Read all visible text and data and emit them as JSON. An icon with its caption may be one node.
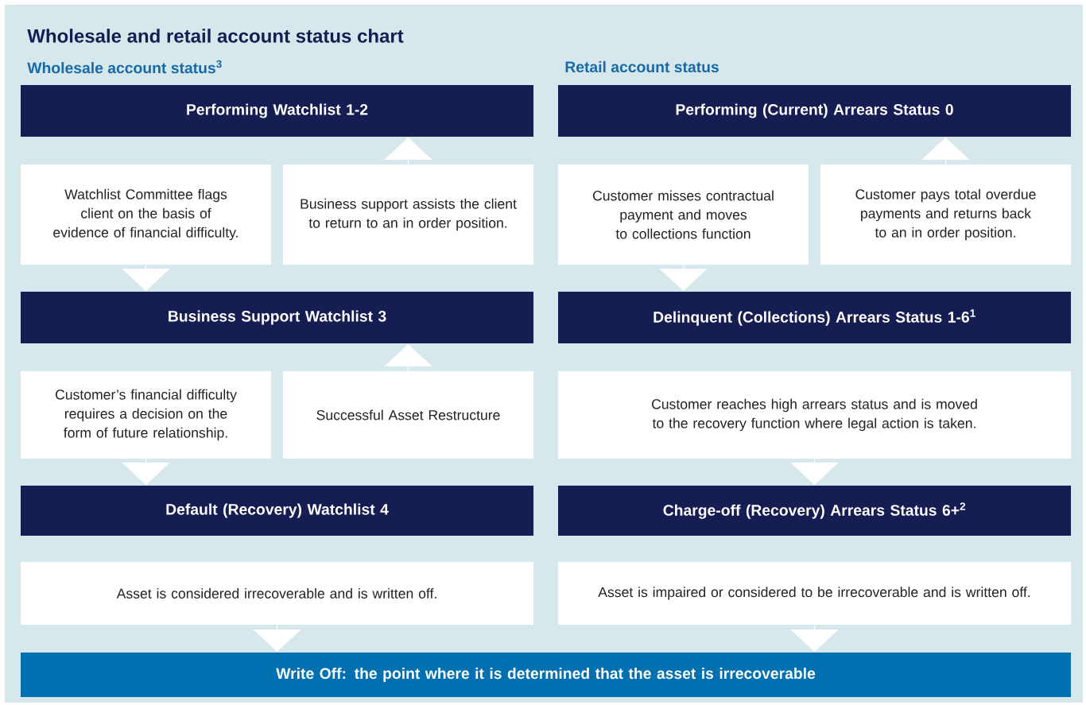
{
  "diagram": {
    "title": "Wholesale and retail account status chart",
    "nodes": [
      {
        "text": [
          "Performing Watchlist 1-2"
        ]
      },
      {
        "text": [
          "Performing (Current) Arrears Status 0"
        ]
      },
      {
        "text": [
          "Watchlist Committee flags client on the basis of evidence of financial difficulty."
        ]
      },
      {
        "text": [
          "Business support assists the client to return to an in order position."
        ]
      },
      {
        "text": [
          "Customer misses contractual payment and moves to collections function"
        ]
      },
      {
        "text": [
          "Customer pays total overdue payments and returns back to an in order position."
        ]
      },
      {
        "text": [
          "Business Support Watchlist 3"
        ]
      },
      {
        "text": [
          "Delinquent (Collections) Arrears Status 1-6$^{1}$"
        ]
      },
      {
        "text": [
          "Customer’s financial difficulty requires a decision on the form of future relationship."
        ]
      },
      {
        "text": [
          "Successful Asset Restructure"
        ]
      },
      {
        "text": [
          "Customer reaches high arrears status and is moved to the recovery function where legal action is taken."
        ]
      },
      {
        "text": [
          "Default (Recovery) Watchlist 4"
        ]
      },
      {
        "text": [
          "Charge-off (Recovery) Arrears Status 6+$^{2}$"
        ]
      },
      {
        "text": [
          "Asset is considered irrecoverable and is written off."
        ]
      },
      {
        "text": [
          "Asset is impaired or considered to be irrecoverable and is written off."
        ]
      },
      {
        "text": [
          "Write Off: the point where it is determined that the asset is irrecoverable"
        ]
      }
    ],
    "edges": [
      {
        "from": 2,
        "to": 6,
        "arrow": "to"
      },
      {
        "from": 3,
        "to": 0,
        "arrow": "to"
      },
      {
        "from": 4,
        "to": 7,
        "arrow": "to"
      },
      {
        "from": 5,
        "to": 1,
        "arrow": "to"
      },
      {
        "from": 8,
        "to": 11,
        "arrow": "to"
      },
      {
        "from": 9,
        "to": 6,
        "arrow": "to"
      },
      {
        "from": 10,
        "to": 12,
        "arrow": "to"
      },
      {
        "from": 13,
        "to": 15,
        "arrow": "to"
      },
      {
        "from": 14,
        "to": 15,
        "arrow": "to"
      }
    ],
    "labels": [
      "Wholesale account status$^{3}$",
      "Retail account status"
    ]
  }
}
